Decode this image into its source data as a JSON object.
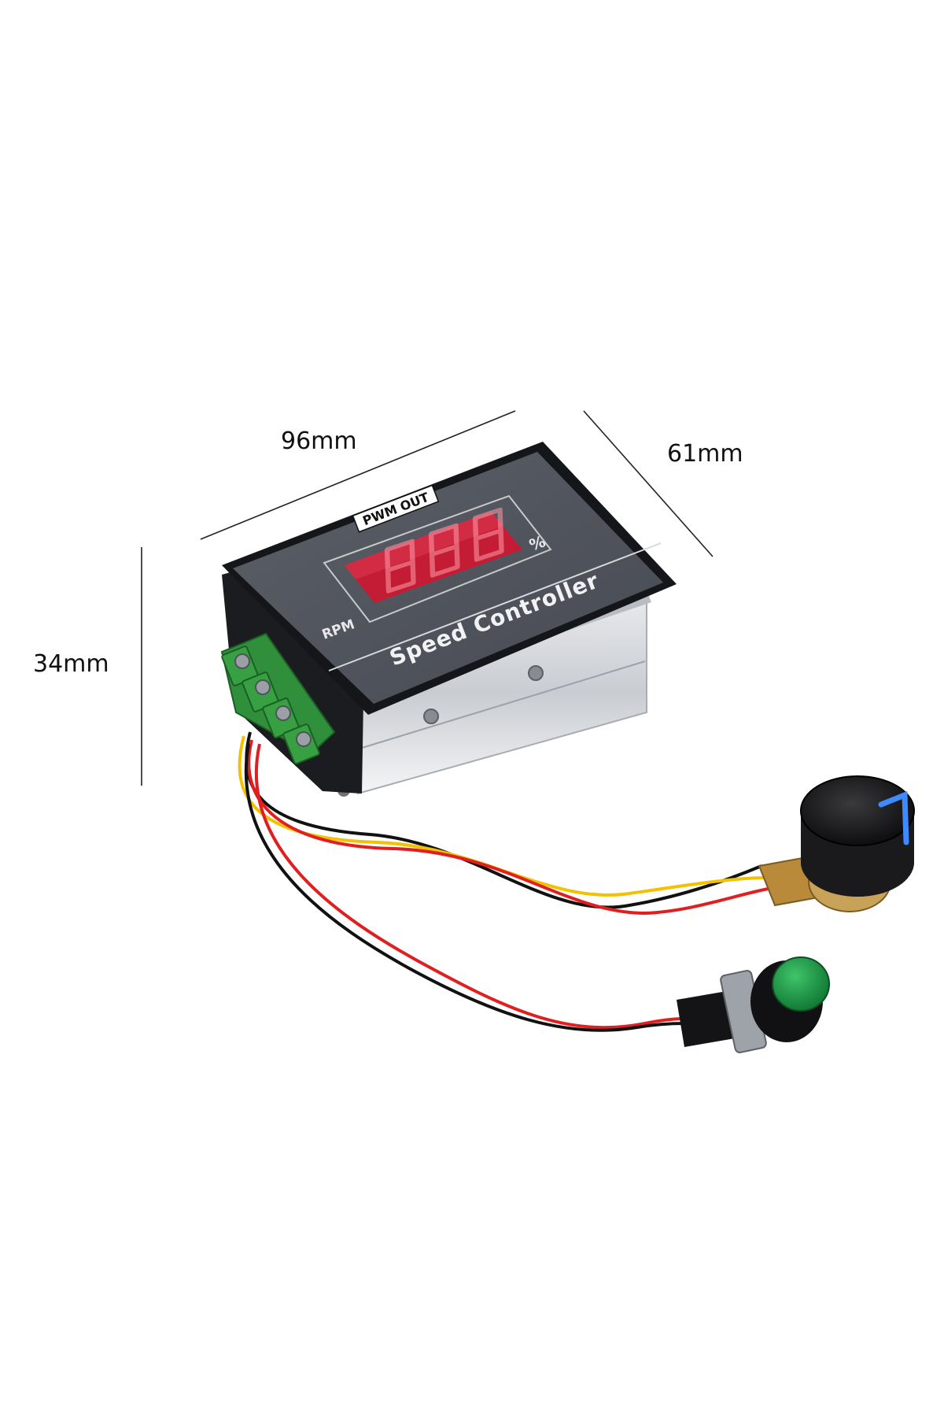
{
  "dimensions": {
    "width": "96mm",
    "depth": "61mm",
    "height": "34mm"
  },
  "panel": {
    "pwm_label": "PWM OUT",
    "percent_symbol": "%",
    "rpm_label": "RPM",
    "title": "Speed Controller"
  },
  "colors": {
    "background": "#ffffff",
    "panel_face": "#4f535c",
    "display_red": "#d2203a",
    "terminal_green": "#2f8f3a",
    "button_green": "#1f9a4a",
    "wire_red": "#e02020",
    "wire_yellow": "#f2c200",
    "wire_black": "#111111"
  }
}
